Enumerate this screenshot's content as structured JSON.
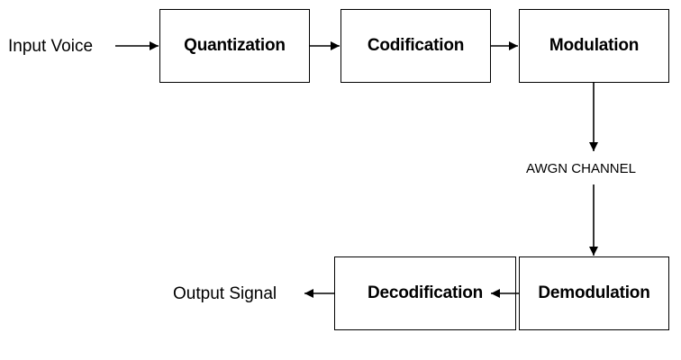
{
  "input_label": "Input Voice",
  "output_label": "Output Signal",
  "channel_label": "AWGN CHANNEL",
  "blocks": {
    "quantization": "Quantization",
    "codification": "Codification",
    "modulation": "Modulation",
    "demodulation": "Demodulation",
    "decodification": "Decodification"
  },
  "colors": {
    "stroke": "#000000",
    "background": "#ffffff"
  }
}
